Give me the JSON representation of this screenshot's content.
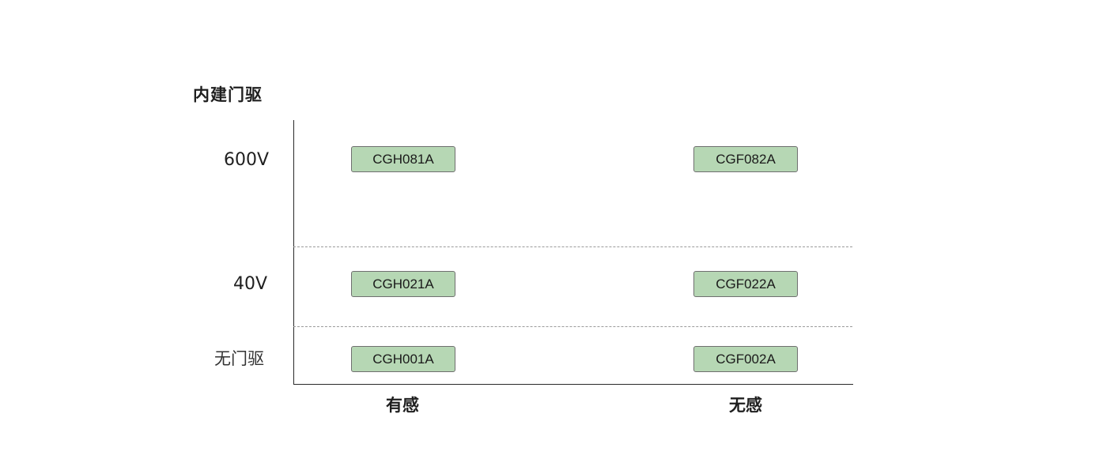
{
  "diagram": {
    "y_axis_title": "内建门驱",
    "rows": [
      {
        "label": "600V"
      },
      {
        "label": "40V"
      },
      {
        "label": "无门驱"
      }
    ],
    "columns": [
      {
        "label": "有感"
      },
      {
        "label": "无感"
      }
    ],
    "cells": {
      "r600_c1": "CGH081A",
      "r600_c2": "CGF082A",
      "r40_c1": "CGH021A",
      "r40_c2": "CGF022A",
      "r0_c1": "CGH001A",
      "r0_c2": "CGF002A"
    },
    "colors": {
      "chip_fill": "#b6d7b4",
      "chip_border": "#6f6f6f",
      "axis": "#2a2a2a",
      "divider": "#9a9a9a"
    }
  }
}
